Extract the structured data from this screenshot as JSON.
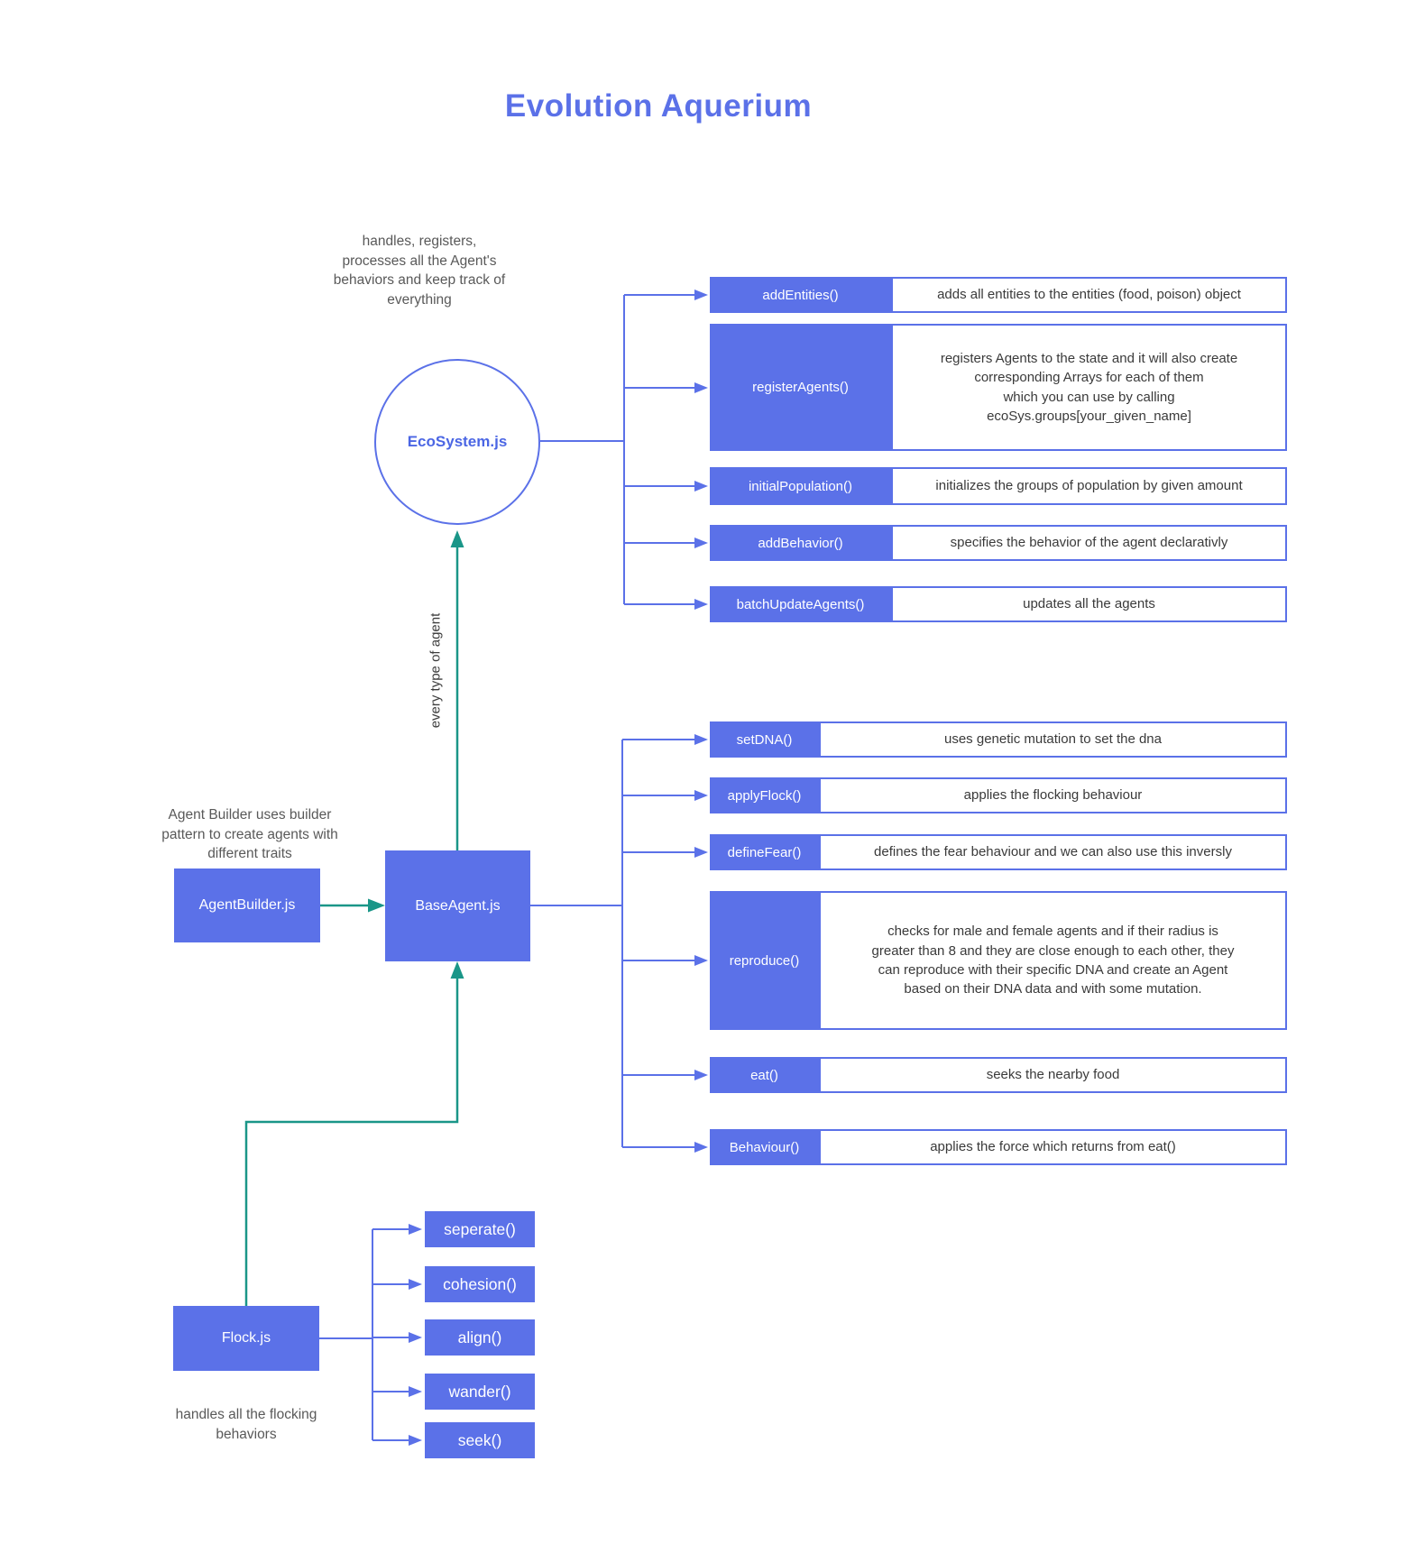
{
  "title": "Evolution Aquerium",
  "colors": {
    "accent_blue": "#5b71e8",
    "accent_green": "#1a9688",
    "note_gray": "#595959",
    "desc_text": "#3a3a3a"
  },
  "ecosystem": {
    "label": "EcoSystem.js",
    "note_lines": [
      "handles, registers,",
      "processes all the Agent's",
      "behaviors and keep track of",
      "everything"
    ],
    "methods": [
      {
        "name": "addEntities()",
        "desc": "adds all entities to the entities (food, poison) object"
      },
      {
        "name": "registerAgents()",
        "desc_lines": [
          "registers Agents to the state and it will also create",
          "corresponding Arrays for each of them",
          "which you can use by calling",
          "ecoSys.groups[your_given_name]"
        ]
      },
      {
        "name": "initialPopulation()",
        "desc": "initializes the groups of population by given amount"
      },
      {
        "name": "addBehavior()",
        "desc": "specifies the behavior of the agent declarativly"
      },
      {
        "name": "batchUpdateAgents()",
        "desc": "updates all the agents"
      }
    ]
  },
  "agent_builder": {
    "label": "AgentBuilder.js",
    "note_lines": [
      "Agent Builder uses builder",
      "pattern to create agents with",
      "different traits"
    ]
  },
  "base_agent": {
    "label": "BaseAgent.js",
    "edge_label": "every type of agent",
    "methods": [
      {
        "name": "setDNA()",
        "desc": "uses genetic mutation to set the dna"
      },
      {
        "name": "applyFlock()",
        "desc": "applies the flocking behaviour"
      },
      {
        "name": "defineFear()",
        "desc": "defines the fear behaviour and we can also use this inversly"
      },
      {
        "name": "reproduce()",
        "desc_lines": [
          "checks for male and female agents and if their radius is",
          "greater than 8 and they are close enough to each other, they",
          "can reproduce with their specific DNA and create an Agent",
          "based on their DNA data and with some mutation."
        ]
      },
      {
        "name": "eat()",
        "desc": "seeks the nearby food"
      },
      {
        "name": "Behaviour()",
        "desc": "applies the force which returns from eat()"
      }
    ]
  },
  "flock": {
    "label": "Flock.js",
    "note_lines": [
      "handles all the flocking",
      "behaviors"
    ],
    "methods": [
      {
        "name": "seperate()"
      },
      {
        "name": "cohesion()"
      },
      {
        "name": "align()"
      },
      {
        "name": "wander()"
      },
      {
        "name": "seek()"
      }
    ]
  }
}
